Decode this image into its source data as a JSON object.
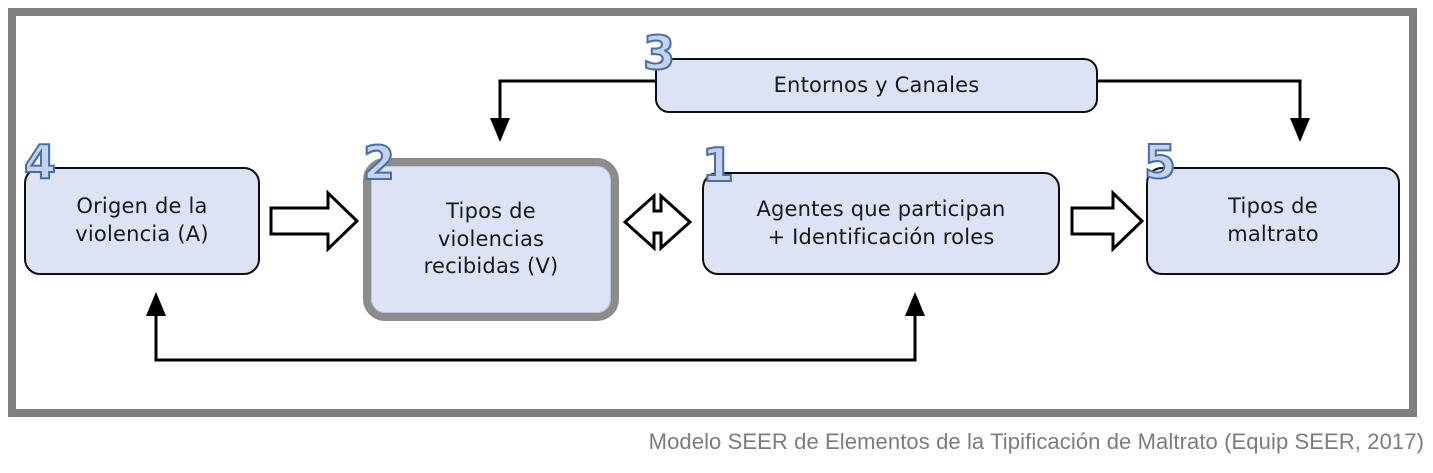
{
  "diagram": {
    "title_caption": "Modelo SEER de Elementos de la Tipificación de Maltrato (Equip SEER, 2017)",
    "frame_color": "#7f7f7f",
    "node_fill": "#dbe3f4",
    "node_border": "#0d0d12",
    "highlight_border": "#8c8c8c",
    "badge_fill": "#c3d3ef",
    "badge_outline": "#4a6fa5",
    "nodes": [
      {
        "id": "entornos",
        "badge": "3",
        "label": "Entornos y Canales",
        "highlighted": false
      },
      {
        "id": "origen",
        "badge": "4",
        "label": "Origen de la\nviolencia (A)",
        "highlighted": false
      },
      {
        "id": "tipos_v",
        "badge": "2",
        "label": "Tipos de\nviolencias\nrecibidas (V)",
        "highlighted": true
      },
      {
        "id": "agentes",
        "badge": "1",
        "label": "Agentes que participan\n+ Identificación roles",
        "highlighted": false
      },
      {
        "id": "maltrato",
        "badge": "5",
        "label": "Tipos de\nmaltrato",
        "highlighted": false
      }
    ],
    "connectors": [
      {
        "id": "origen-to-tipos",
        "from": "origen",
        "to": "tipos_v",
        "style": "block-arrow",
        "direction": "right"
      },
      {
        "id": "tipos-to-agentes",
        "from": "tipos_v",
        "to": "agentes",
        "style": "block-arrow-double",
        "direction": "both"
      },
      {
        "id": "agentes-to-maltrato",
        "from": "agentes",
        "to": "maltrato",
        "style": "block-arrow",
        "direction": "right"
      },
      {
        "id": "entornos-to-tipos",
        "from": "entornos",
        "to": "tipos_v",
        "style": "elbow-line",
        "direction": "down-left"
      },
      {
        "id": "entornos-to-maltrato",
        "from": "entornos",
        "to": "maltrato",
        "style": "elbow-line",
        "direction": "down-right"
      },
      {
        "id": "feedback-to-origen",
        "from": "agentes",
        "to": "origen",
        "style": "feedback-loop",
        "direction": "up-both"
      }
    ]
  }
}
